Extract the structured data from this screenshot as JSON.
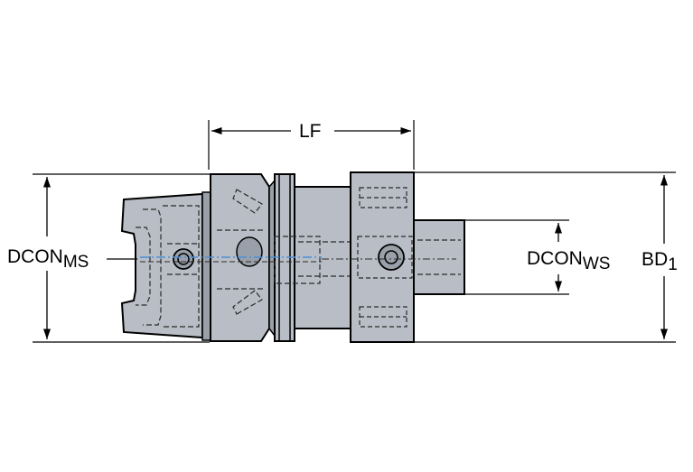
{
  "labels": {
    "lf": "LF",
    "dcon_ms": {
      "main": "DCON",
      "sub": "MS"
    },
    "dcon_ws": {
      "main": "DCON",
      "sub": "WS"
    },
    "bd1": {
      "main": "BD",
      "sub": "1"
    }
  },
  "colors": {
    "body": "#b9bec6",
    "body_dark": "#9aa0a9",
    "line": "#000000",
    "hidden": "#2a2a2a",
    "coolant": "#4a8fd6"
  }
}
